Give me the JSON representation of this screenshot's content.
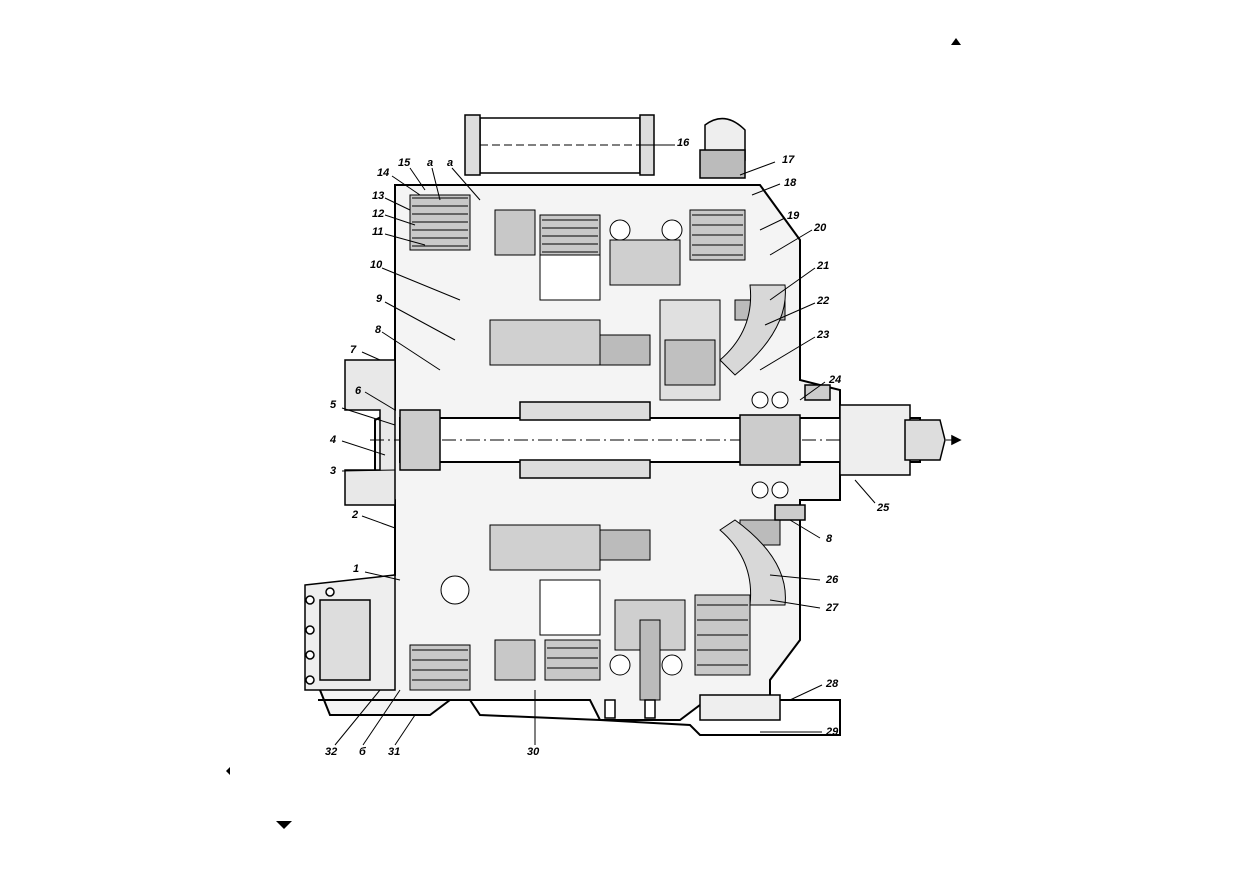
{
  "diagram": {
    "callouts": [
      {
        "id": "1",
        "label": "1"
      },
      {
        "id": "2",
        "label": "2"
      },
      {
        "id": "3",
        "label": "3"
      },
      {
        "id": "4",
        "label": "4"
      },
      {
        "id": "5",
        "label": "5"
      },
      {
        "id": "6",
        "label": "6"
      },
      {
        "id": "7",
        "label": "7"
      },
      {
        "id": "8",
        "label": "8"
      },
      {
        "id": "9",
        "label": "9"
      },
      {
        "id": "10",
        "label": "10"
      },
      {
        "id": "11",
        "label": "11"
      },
      {
        "id": "12",
        "label": "12"
      },
      {
        "id": "13",
        "label": "13"
      },
      {
        "id": "14",
        "label": "14"
      },
      {
        "id": "15",
        "label": "15"
      },
      {
        "id": "a1",
        "label": "a"
      },
      {
        "id": "a2",
        "label": "a"
      },
      {
        "id": "16",
        "label": "16"
      },
      {
        "id": "17",
        "label": "17"
      },
      {
        "id": "18",
        "label": "18"
      },
      {
        "id": "19",
        "label": "19"
      },
      {
        "id": "20",
        "label": "20"
      },
      {
        "id": "21",
        "label": "21"
      },
      {
        "id": "22",
        "label": "22"
      },
      {
        "id": "23",
        "label": "23"
      },
      {
        "id": "24",
        "label": "24"
      },
      {
        "id": "25",
        "label": "25"
      },
      {
        "id": "8b",
        "label": "8"
      },
      {
        "id": "26",
        "label": "26"
      },
      {
        "id": "27",
        "label": "27"
      },
      {
        "id": "28",
        "label": "28"
      },
      {
        "id": "29",
        "label": "29"
      },
      {
        "id": "30",
        "label": "30"
      },
      {
        "id": "31",
        "label": "31"
      },
      {
        "id": "b",
        "label": "б"
      },
      {
        "id": "32",
        "label": "32"
      }
    ]
  },
  "page_markers": [
    {
      "name": "up-triangle-icon"
    },
    {
      "name": "left-triangle-icon"
    },
    {
      "name": "down-triangle-icon"
    }
  ]
}
